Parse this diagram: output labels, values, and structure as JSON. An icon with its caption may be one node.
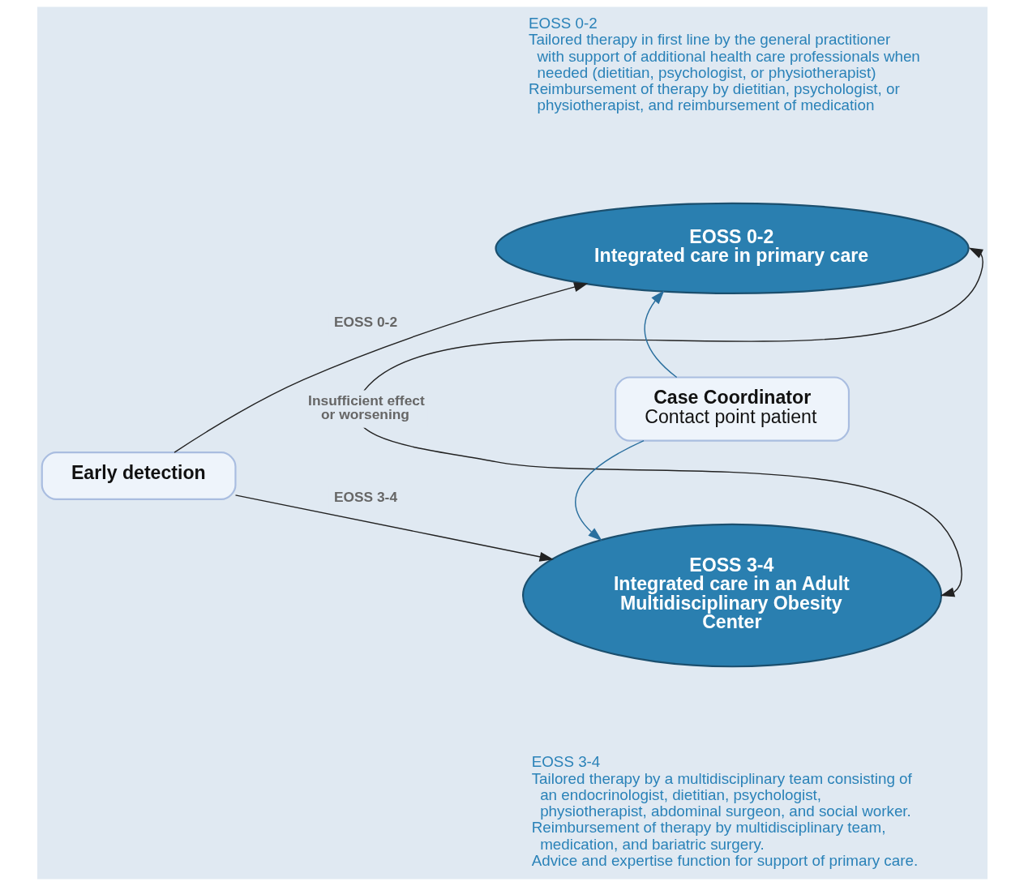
{
  "diagram": {
    "nodes": [
      {
        "text": [
          "Early detection"
        ]
      },
      {
        "text": [
          "EOSS 0-2",
          "Integrated care in primary care"
        ],
        "beside": [
          "EOSS 0-2",
          "Tailored therapy in first line by the general practitioner with support of additional health care professionals when needed (dietitian, psychologist, or physiotherapist)",
          "Reimbursement of therapy by dietitian, psychologist, or physiotherapist, and reimbursement of medication"
        ]
      },
      {
        "text": [
          "Case Coordinator",
          "Contact point patient"
        ]
      },
      {
        "text": [
          "EOSS 3-4",
          "Integrated care in an Adult Multidisciplinary Obesity Center"
        ],
        "beside": [
          "EOSS 3-4",
          "Tailored therapy by a multidisciplinary team consisting of an endocrinologist, dietitian, psychologist, physiotherapist, abdominal surgeon, and social worker.",
          "Reimbursement of therapy by multidisciplinary team, medication, and bariatric surgery.",
          "Advice and expertise function for support of primary care."
        ]
      }
    ],
    "edges": [
      {
        "from": 0,
        "to": 1,
        "arrow": "to",
        "label": "EOSS 0-2"
      },
      {
        "from": 0,
        "to": 3,
        "arrow": "to",
        "label": "EOSS 3-4"
      },
      {
        "from": 2,
        "to": 1,
        "arrow": "to",
        "color": "#2a6f9e"
      },
      {
        "from": 2,
        "to": 3,
        "arrow": "to",
        "color": "#2a6f9e"
      },
      {
        "from": 1,
        "to": 3,
        "arrow": "both",
        "label": "Insufficient effect or worsening"
      }
    ]
  }
}
